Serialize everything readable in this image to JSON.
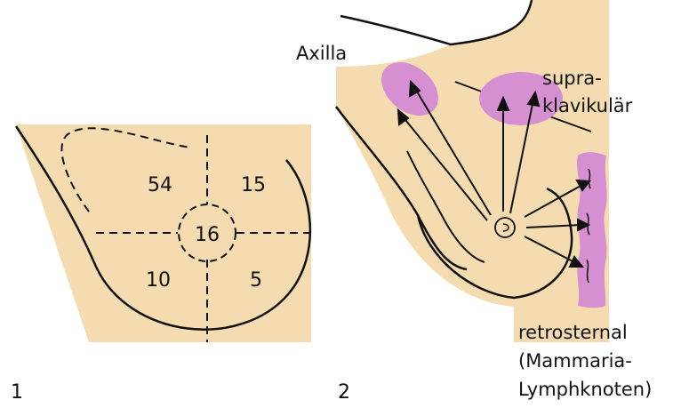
{
  "figure1": {
    "number": "1",
    "quadrant_values": {
      "upper_left": "54",
      "upper_right": "15",
      "center": "16",
      "lower_left": "10",
      "lower_right": "5"
    }
  },
  "figure2": {
    "number": "2",
    "labels": {
      "axilla": "Axilla",
      "supra_line1": "supra-",
      "supra_line2": "klavikulär",
      "retro_line1": "retrosternal",
      "retro_line2": "(Mammaria-",
      "retro_line3": "Lymphknoten)"
    }
  },
  "colors": {
    "skin": "#f5dcb0",
    "lymph": "#d68fd0",
    "line": "#111111"
  }
}
